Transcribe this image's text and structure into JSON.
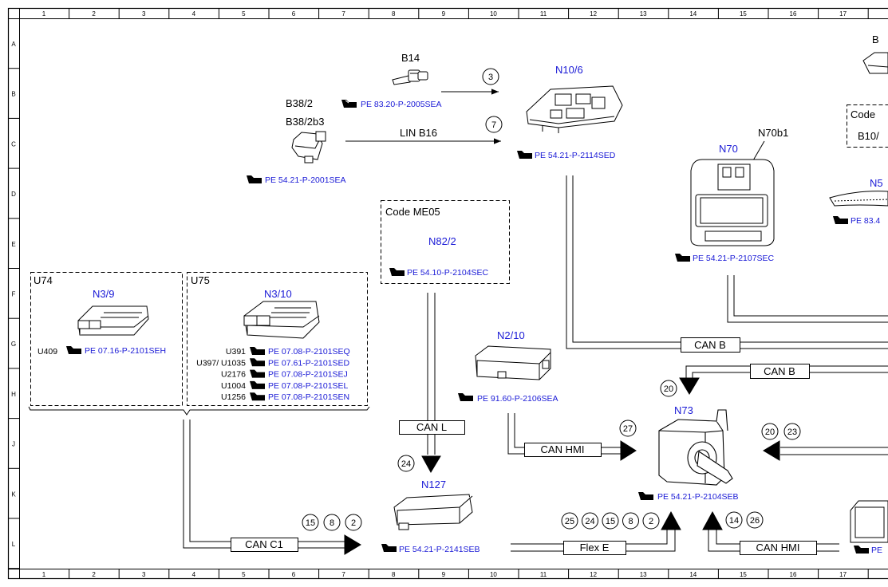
{
  "grid": {
    "columns": [
      "1",
      "2",
      "3",
      "4",
      "5",
      "6",
      "7",
      "8",
      "9",
      "10",
      "11",
      "12",
      "13",
      "14",
      "15",
      "16",
      "17"
    ],
    "rows": [
      "A",
      "B",
      "C",
      "D",
      "E",
      "F",
      "G",
      "H",
      "J",
      "K",
      "L"
    ]
  },
  "components": {
    "b14": {
      "id": "B14"
    },
    "b38_2": {
      "id": "B38/2",
      "id2": "B38/2b3",
      "ref": "PE 54.21-P-2001SEA"
    },
    "n10_6": {
      "id": "N10/6",
      "ref": "PE 54.21-P-2114SED"
    },
    "n70": {
      "id": "N70",
      "sub": "N70b1",
      "ref": "PE 54.21-P-2107SEC"
    },
    "n82_2": {
      "code": "Code ME05",
      "id": "N82/2",
      "ref": "PE 54.10-P-2104SEC"
    },
    "u74": {
      "code": "U74",
      "id": "N3/9",
      "variant": "U409",
      "ref": "PE 07.16-P-2101SEH"
    },
    "u75": {
      "code": "U75",
      "id": "N3/10",
      "variants": [
        {
          "code": "U391",
          "ref": "PE 07.08-P-2101SEQ"
        },
        {
          "code": "U397/ U1035",
          "ref": "PE 07.61-P-2101SED"
        },
        {
          "code": "U2176",
          "ref": "PE 07.08-P-2101SEJ"
        },
        {
          "code": "U1004",
          "ref": "PE 07.08-P-2101SEL"
        },
        {
          "code": "U1256",
          "ref": "PE 07.08-P-2101SEN"
        }
      ]
    },
    "n2_10": {
      "id": "N2/10",
      "ref": "PE 91.60-P-2106SEA"
    },
    "n73": {
      "id": "N73",
      "ref": "PE 54.21-P-2104SEB"
    },
    "n127": {
      "id": "N127",
      "ref": "PE 54.21-P-2141SEB"
    },
    "b14_ref": "PE 83.20-P-2005SEA",
    "edge_b": {
      "id": "B",
      "code": "Code",
      "sub": "B10/",
      "n5": "N5",
      "ref": "PE 83.4",
      "ref2": "PE"
    }
  },
  "buses": {
    "lin": "LIN B16",
    "can_b_top": "CAN B",
    "can_b_mid": "CAN B",
    "can_l": "CAN L",
    "can_c1": "CAN C1",
    "can_hmi_left": "CAN HMI",
    "flex_e": "Flex E",
    "can_hmi_bottom": "CAN HMI"
  },
  "markers": {
    "b14": "3",
    "lin": "7",
    "n73_top": "20",
    "n73_right": [
      "20",
      "23"
    ],
    "hmi": "27",
    "can_l": "24",
    "can_c1": [
      "15",
      "8",
      "2"
    ],
    "flex_e": [
      "25",
      "24",
      "15",
      "8",
      "2"
    ],
    "hmi_bottom": [
      "14",
      "26"
    ]
  }
}
